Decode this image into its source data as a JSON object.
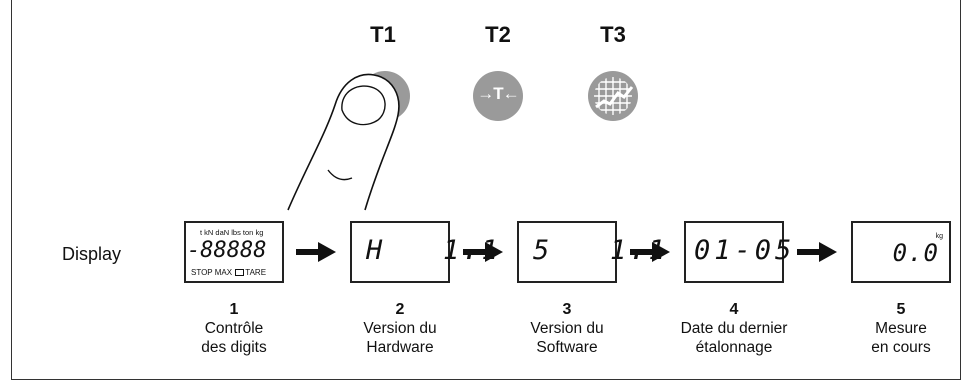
{
  "buttons": [
    {
      "label": "T1",
      "icon": "power-icon"
    },
    {
      "label": "T2",
      "icon": "tare-icon",
      "glyph": "→T←"
    },
    {
      "label": "T3",
      "icon": "graph-grid-icon"
    }
  ],
  "display_label": "Display",
  "lcd1": {
    "units": "t kN daN lbs ton kg",
    "digits": "-88888",
    "status": "STOP MAX",
    "tare": "TARE"
  },
  "lcd2": {
    "digits": "H   1.1"
  },
  "lcd3": {
    "digits": "5   1.1"
  },
  "lcd4": {
    "digits": "01-05"
  },
  "lcd5": {
    "digits": "0.0",
    "unit": "kg"
  },
  "steps": [
    {
      "num": "1",
      "line1": "Contrôle",
      "line2": "des digits"
    },
    {
      "num": "2",
      "line1": "Version du",
      "line2": "Hardware"
    },
    {
      "num": "3",
      "line1": "Version du",
      "line2": "Software"
    },
    {
      "num": "4",
      "line1": "Date du dernier",
      "line2": "étalonnage"
    },
    {
      "num": "5",
      "line1": "Mesure",
      "line2": "en cours"
    }
  ]
}
